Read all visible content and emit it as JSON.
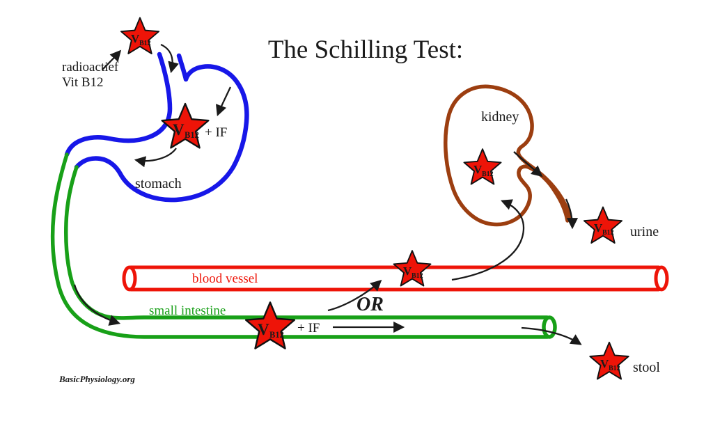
{
  "title": "The Schilling Test:",
  "watermark": "BasicPhysiology.org",
  "labels": {
    "radioactive_line1": "radioactief",
    "radioactive_line2": "Vit B12",
    "stomach": "stomach",
    "plus_if_stomach": "+ IF",
    "small_intestine": "small intestine",
    "plus_if_intestine": "+ IF",
    "blood_vessel": "blood vessel",
    "or": "OR",
    "kidney": "kidney",
    "urine": "urine",
    "stool": "stool"
  },
  "star_label": {
    "v": "V",
    "sub": "B12"
  },
  "colors": {
    "star_red": "#ee1408",
    "vessel_red": "#ee1408",
    "stomach_blue": "#1717e8",
    "intestine_green": "#18a018",
    "kidney_brown": "#9c3e10",
    "arrow_black": "#1a1a1a"
  }
}
